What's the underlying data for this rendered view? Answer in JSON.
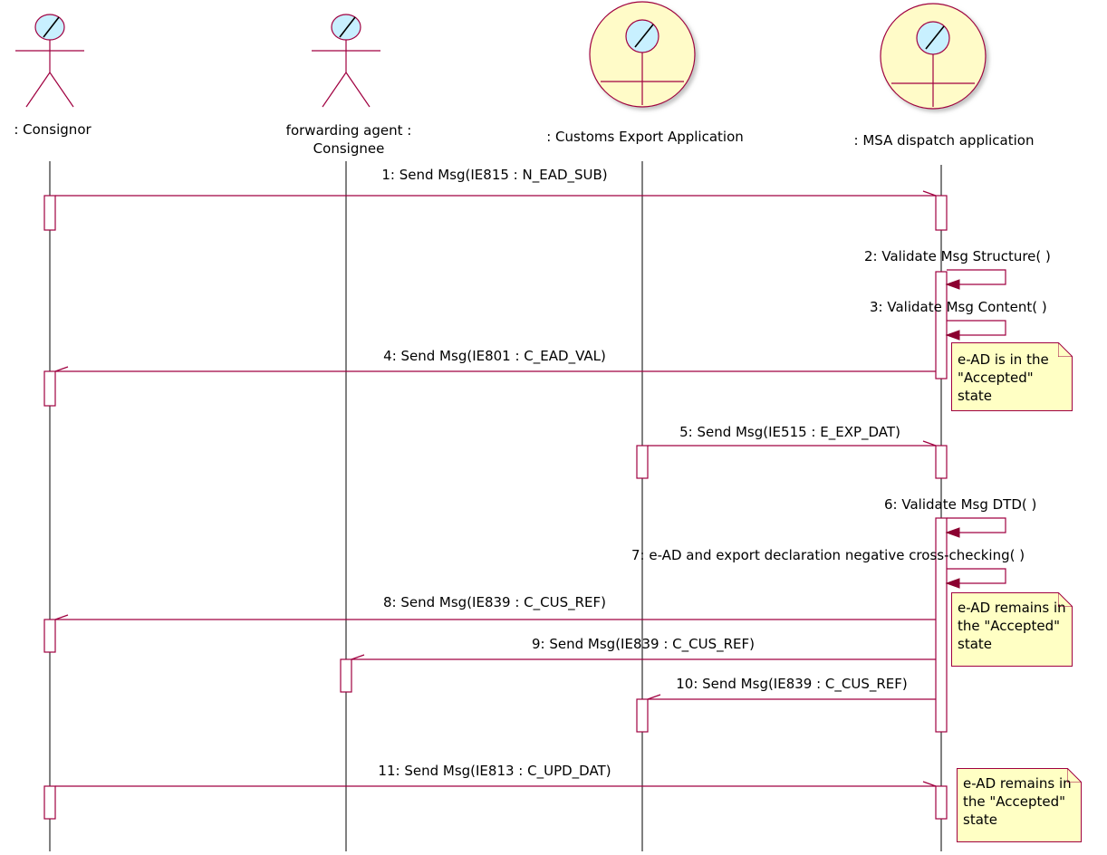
{
  "diagram": {
    "participants": [
      {
        "id": "consignor",
        "label": ": Consignor",
        "kind": "actor"
      },
      {
        "id": "fwd",
        "label": "forwarding agent :\nConsignee",
        "kind": "actor"
      },
      {
        "id": "customs",
        "label": ": Customs Export Application",
        "kind": "entity"
      },
      {
        "id": "msa",
        "label": ": MSA dispatch application",
        "kind": "entity"
      }
    ],
    "messages": [
      {
        "text": "1: Send Msg(IE815 : N_EAD_SUB)",
        "from": "consignor",
        "to": "msa",
        "type": "async"
      },
      {
        "text": "2: Validate Msg Structure( )",
        "from": "msa",
        "to": "msa",
        "type": "self"
      },
      {
        "text": "3: Validate Msg Content( )",
        "from": "msa",
        "to": "msa",
        "type": "self"
      },
      {
        "text": "4: Send Msg(IE801 : C_EAD_VAL)",
        "from": "msa",
        "to": "consignor",
        "type": "async"
      },
      {
        "text": "5: Send Msg(IE515 : E_EXP_DAT)",
        "from": "customs",
        "to": "msa",
        "type": "async"
      },
      {
        "text": "6: Validate Msg DTD( )",
        "from": "msa",
        "to": "msa",
        "type": "self"
      },
      {
        "text": "7: e-AD and export declaration negative cross-checking( )",
        "from": "msa",
        "to": "msa",
        "type": "self"
      },
      {
        "text": "8: Send Msg(IE839 : C_CUS_REF)",
        "from": "msa",
        "to": "consignor",
        "type": "async"
      },
      {
        "text": "9: Send Msg(IE839 : C_CUS_REF)",
        "from": "msa",
        "to": "fwd",
        "type": "async"
      },
      {
        "text": "10: Send Msg(IE839 : C_CUS_REF)",
        "from": "msa",
        "to": "customs",
        "type": "async"
      },
      {
        "text": "11: Send Msg(IE813 : C_UPD_DAT)",
        "from": "consignor",
        "to": "msa",
        "type": "async"
      }
    ],
    "notes": [
      {
        "text": "e-AD is in the\n\"Accepted\" state"
      },
      {
        "text": "e-AD remains in\nthe \"Accepted\"\nstate"
      },
      {
        "text": "e-AD remains in\nthe \"Accepted\"\nstate"
      }
    ],
    "colors": {
      "line": "#a00040",
      "arrowhead": "#8b0030",
      "actor_head": "#c8f0ff",
      "entity_fill": "#fffbc8",
      "note_fill": "#ffffc4"
    }
  }
}
